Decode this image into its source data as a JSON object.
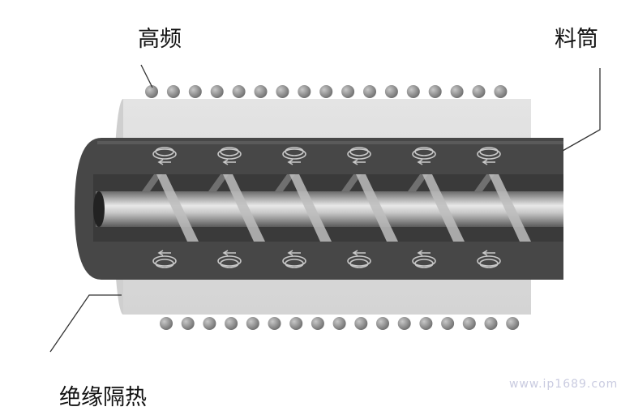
{
  "labels": {
    "high_frequency": "高频",
    "barrel": "料筒",
    "insulation": "绝缘隔热"
  },
  "watermark": "www.ip1689.com",
  "colors": {
    "insulation": "#dcdcdc",
    "barrel": "#4a4a4a",
    "coil_dot": "#8a8a8a"
  }
}
